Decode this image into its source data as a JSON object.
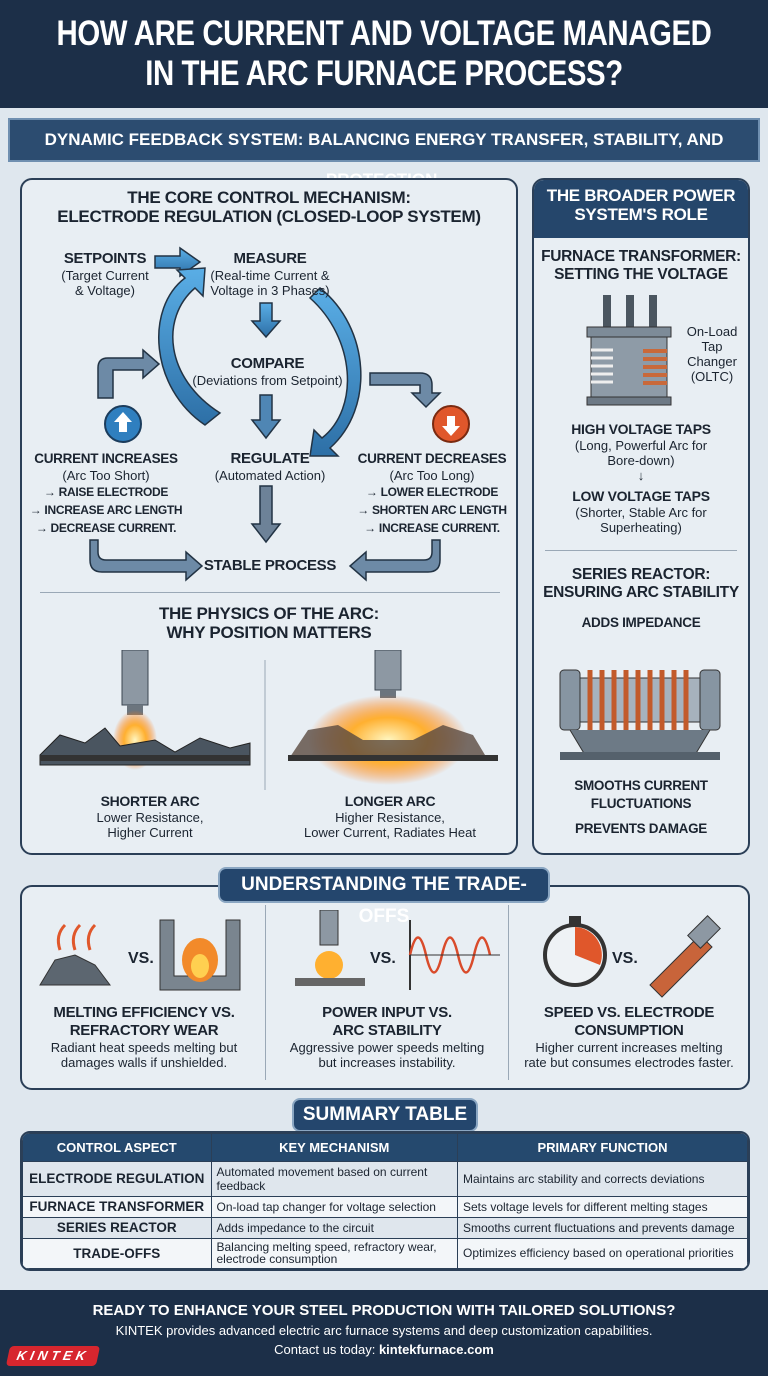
{
  "header": {
    "title_line1": "HOW ARE CURRENT AND VOLTAGE MANAGED",
    "title_line2": "IN THE ARC FURNACE PROCESS?",
    "subtitle": "DYNAMIC FEEDBACK SYSTEM: BALANCING ENERGY TRANSFER, STABILITY, AND PROTECTION."
  },
  "core": {
    "title1": "THE CORE CONTROL MECHANISM:",
    "title2": "ELECTRODE REGULATION (CLOSED-LOOP SYSTEM)",
    "setpoints": {
      "h": "SETPOINTS",
      "d1": "(Target Current",
      "d2": "& Voltage)"
    },
    "measure": {
      "h": "MEASURE",
      "d1": "(Real-time Current &",
      "d2": "Voltage in 3 Phases)"
    },
    "compare": {
      "h": "COMPARE",
      "d1": "(Deviations from Setpoint)"
    },
    "regulate": {
      "h": "REGULATE",
      "d1": "(Automated Action)"
    },
    "stable": "STABLE PROCESS",
    "inc": {
      "h": "CURRENT INCREASES",
      "d": "(Arc Too Short)",
      "s1": "→ RAISE ELECTRODE",
      "s2": "→ INCREASE ARC LENGTH",
      "s3": "→ DECREASE CURRENT."
    },
    "dec": {
      "h": "CURRENT DECREASES",
      "d": "(Arc Too Long)",
      "s1": "→ LOWER ELECTRODE",
      "s2": "→ SHORTEN ARC LENGTH",
      "s3": "→ INCREASE CURRENT."
    }
  },
  "physics": {
    "title1": "THE PHYSICS OF THE ARC:",
    "title2": "WHY POSITION MATTERS",
    "short": {
      "h": "SHORTER ARC",
      "d1": "Lower Resistance,",
      "d2": "Higher Current"
    },
    "long": {
      "h": "LONGER ARC",
      "d1": "Higher Resistance,",
      "d2": "Lower Current, Radiates Heat"
    }
  },
  "power": {
    "title1": "THE BROADER POWER",
    "title2": "SYSTEM'S ROLE",
    "transformer1": "FURNACE TRANSFORMER:",
    "transformer2": "SETTING THE VOLTAGE",
    "oltc": [
      "On-Load",
      "Tap",
      "Changer",
      "(OLTC)"
    ],
    "high": {
      "h": "HIGH VOLTAGE TAPS",
      "d1": "(Long, Powerful Arc for",
      "d2": "Bore-down)"
    },
    "arrow": "↓",
    "low": {
      "h": "LOW VOLTAGE TAPS",
      "d1": "(Shorter, Stable Arc for",
      "d2": "Superheating)"
    },
    "reactor1": "SERIES REACTOR:",
    "reactor2": "ENSURING ARC STABILITY",
    "adds": "ADDS IMPEDANCE",
    "smooth1": "SMOOTHS CURRENT",
    "smooth2": "FLUCTUATIONS",
    "prevents": "PREVENTS DAMAGE"
  },
  "tradeoffs": {
    "title": "UNDERSTANDING THE TRADE-OFFS",
    "vs": "VS.",
    "items": [
      {
        "h1": "MELTING EFFICIENCY VS.",
        "h2": "REFRACTORY WEAR",
        "d1": "Radiant heat speeds melting but",
        "d2": "damages walls if unshielded."
      },
      {
        "h1": "POWER INPUT VS.",
        "h2": "ARC STABILITY",
        "d1": "Aggressive power speeds melting",
        "d2": "but increases instability."
      },
      {
        "h1": "SPEED VS. ELECTRODE",
        "h2": "CONSUMPTION",
        "d1": "Higher current increases melting",
        "d2": "rate but consumes electrodes faster."
      }
    ]
  },
  "summary": {
    "title": "SUMMARY TABLE",
    "headers": [
      "CONTROL ASPECT",
      "KEY MECHANISM",
      "PRIMARY FUNCTION"
    ],
    "rows": [
      [
        "ELECTRODE REGULATION",
        "Automated movement based on current feedback",
        "Maintains arc stability and corrects deviations"
      ],
      [
        "FURNACE TRANSFORMER",
        "On-load tap changer for voltage selection",
        "Sets voltage levels for different melting stages"
      ],
      [
        "SERIES REACTOR",
        "Adds impedance to the circuit",
        "Smooths current fluctuations and prevents damage"
      ],
      [
        "TRADE-OFFS",
        "Balancing melting speed, refractory wear, electrode consumption",
        "Optimizes efficiency based on operational priorities"
      ]
    ]
  },
  "footer": {
    "cta": "READY TO ENHANCE YOUR STEEL PRODUCTION WITH TAILORED SOLUTIONS?",
    "desc": "KINTEK provides advanced electric arc furnace systems and deep customization capabilities.",
    "contact_label": "Contact us today: ",
    "contact_url": "kintekfurnace.com",
    "logo": "KINTEK"
  },
  "colors": {
    "navy": "#1c2f48",
    "blue": "#3f8fd0",
    "orange": "#e0572b"
  }
}
